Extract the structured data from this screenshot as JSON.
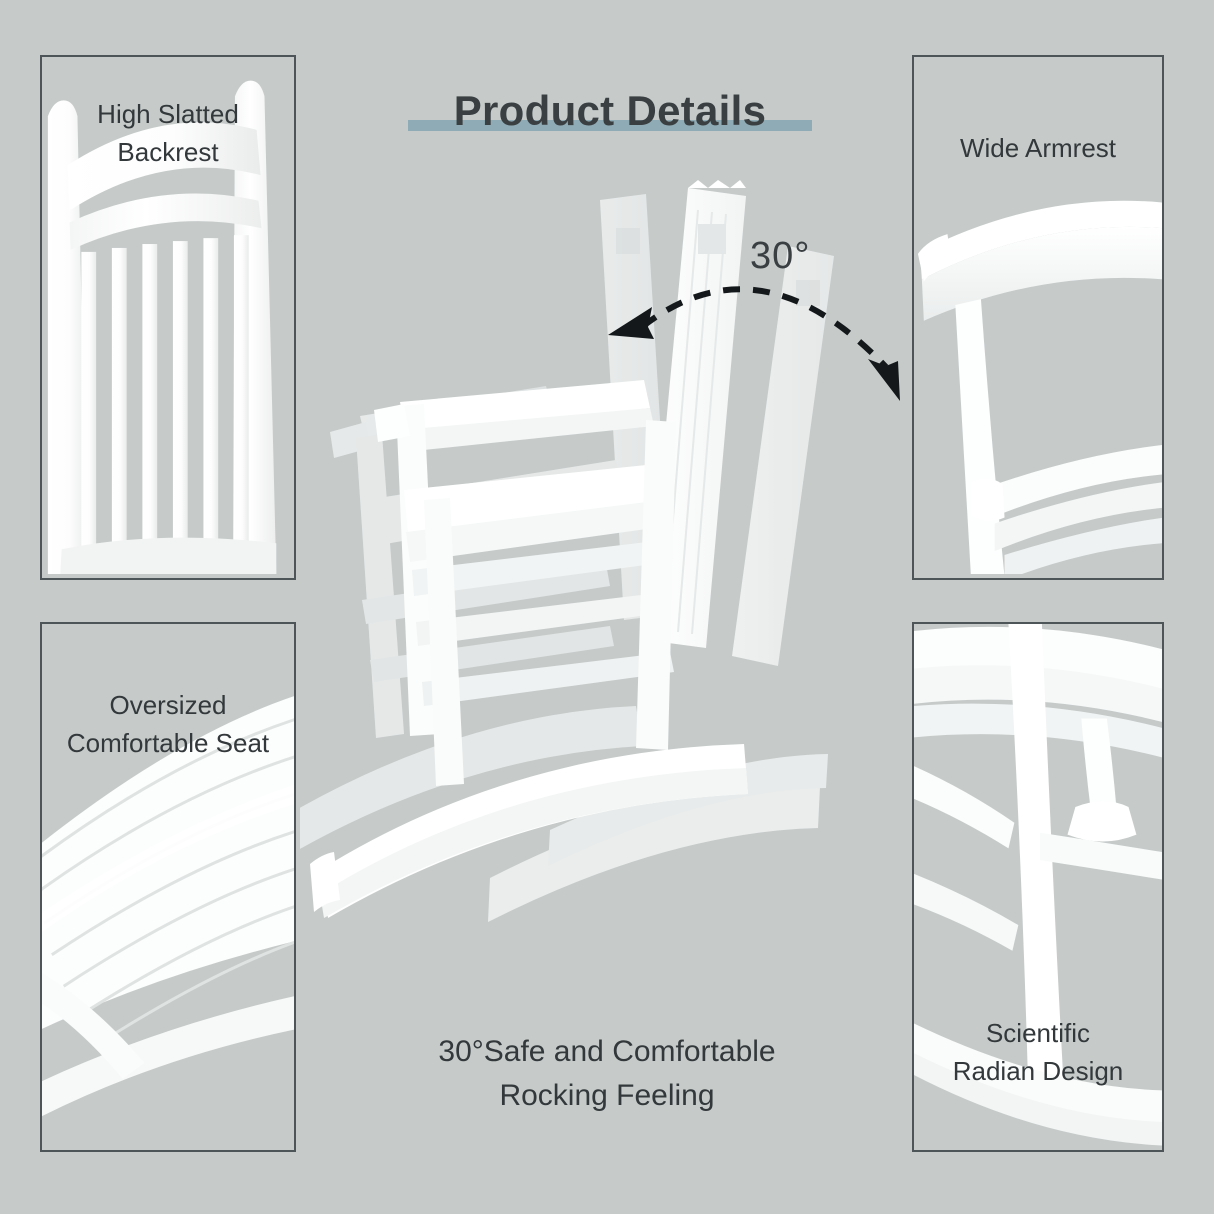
{
  "background_color": "#c6cbca",
  "header": {
    "title": "Product Details",
    "underline_color": "#8fabb5",
    "title_color": "#3a3f42"
  },
  "panels": [
    {
      "id": "backrest",
      "position": "top-left",
      "label_line1": "High Slatted",
      "label_line2": "Backrest",
      "art": "chair-backrest-slats-photo"
    },
    {
      "id": "seat",
      "position": "bottom-left",
      "label_line1": "Oversized",
      "label_line2": "Comfortable Seat",
      "art": "chair-seat-slats-photo"
    },
    {
      "id": "armrest",
      "position": "top-right",
      "label_line1": "Wide Armrest",
      "label_line2": "",
      "art": "chair-armrest-photo"
    },
    {
      "id": "radian",
      "position": "bottom-right",
      "label_line1": "Scientific",
      "label_line2": "Radian Design",
      "art": "chair-rocker-runner-photo"
    }
  ],
  "center": {
    "art": "rocking-chair-motion-sequence",
    "chair_poses": 3,
    "angle": {
      "value": "30",
      "degree_symbol": "°",
      "display": "30°",
      "arc_color": "#14181a",
      "style": "dashed-double-arrow"
    }
  },
  "caption": {
    "line1": "30°Safe and Comfortable",
    "line2": "Rocking Feeling",
    "color": "#33383b"
  }
}
